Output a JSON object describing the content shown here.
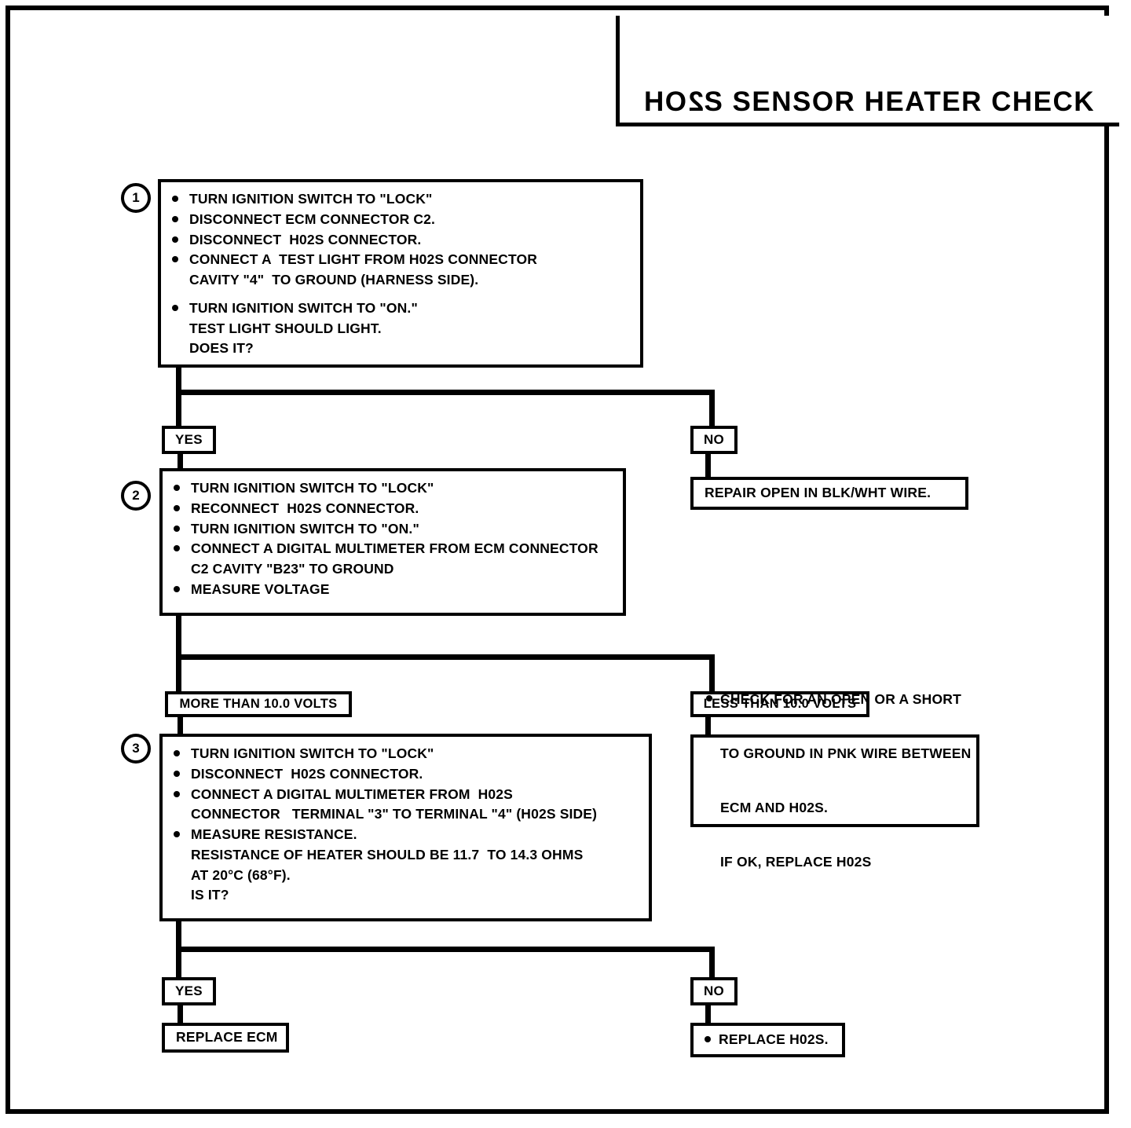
{
  "page": {
    "title_prefix": "HO",
    "title_digit": "2",
    "title_suffix": "S   SENSOR HEATER CHECK",
    "title_full": "HO2S   SENSOR HEATER CHECK",
    "ink_color": "#000000",
    "paper_color": "#ffffff"
  },
  "steps": [
    {
      "number": "1",
      "lines": [
        "TURN IGNITION SWITCH TO \"LOCK\"",
        "DISCONNECT ECM CONNECTOR C2.",
        "DISCONNECT  H02S CONNECTOR.",
        "CONNECT A  TEST LIGHT FROM H02S CONNECTOR",
        "CAVITY \"4\"  TO GROUND (HARNESS SIDE).",
        "TURN IGNITION SWITCH TO \"ON.\"",
        "TEST LIGHT SHOULD LIGHT.",
        "DOES IT?"
      ]
    },
    {
      "number": "2",
      "lines": [
        "TURN IGNITION SWITCH TO \"LOCK\"",
        "RECONNECT  H02S CONNECTOR.",
        "TURN IGNITION SWITCH TO \"ON.\"",
        "CONNECT A DIGITAL MULTIMETER FROM ECM CONNECTOR",
        "C2 CAVITY \"B23\" TO GROUND",
        "MEASURE VOLTAGE"
      ]
    },
    {
      "number": "3",
      "lines": [
        "TURN IGNITION SWITCH TO \"LOCK\"",
        "DISCONNECT  H02S CONNECTOR.",
        "CONNECT A DIGITAL MULTIMETER FROM  H02S",
        "CONNECTOR   TERMINAL \"3\" TO TERMINAL \"4\" (H02S SIDE)",
        "MEASURE RESISTANCE.",
        "RESISTANCE OF HEATER SHOULD BE 11.7  TO 14.3 OHMS",
        "AT 20°C (68°F).",
        "IS IT?"
      ]
    }
  ],
  "branch_labels": {
    "step1_yes": "YES",
    "step1_no": "NO",
    "step2_more": "MORE THAN 10.0 VOLTS",
    "step2_less": "LESS THAN 10.0 VOLTS",
    "step3_yes": "YES",
    "step3_no": "NO"
  },
  "results": {
    "repair_blk_wht": "REPAIR OPEN IN BLK/WHT WIRE.",
    "check_pnk_line1": "CHECK FOR AN OPEN OR A SHORT",
    "check_pnk_line2": "TO GROUND IN PNK WIRE BETWEEN",
    "check_pnk_line3": "ECM AND H02S.",
    "check_pnk_line4": "IF OK, REPLACE H02S",
    "replace_ecm": "REPLACE ECM",
    "replace_h02s": "REPLACE H02S."
  }
}
